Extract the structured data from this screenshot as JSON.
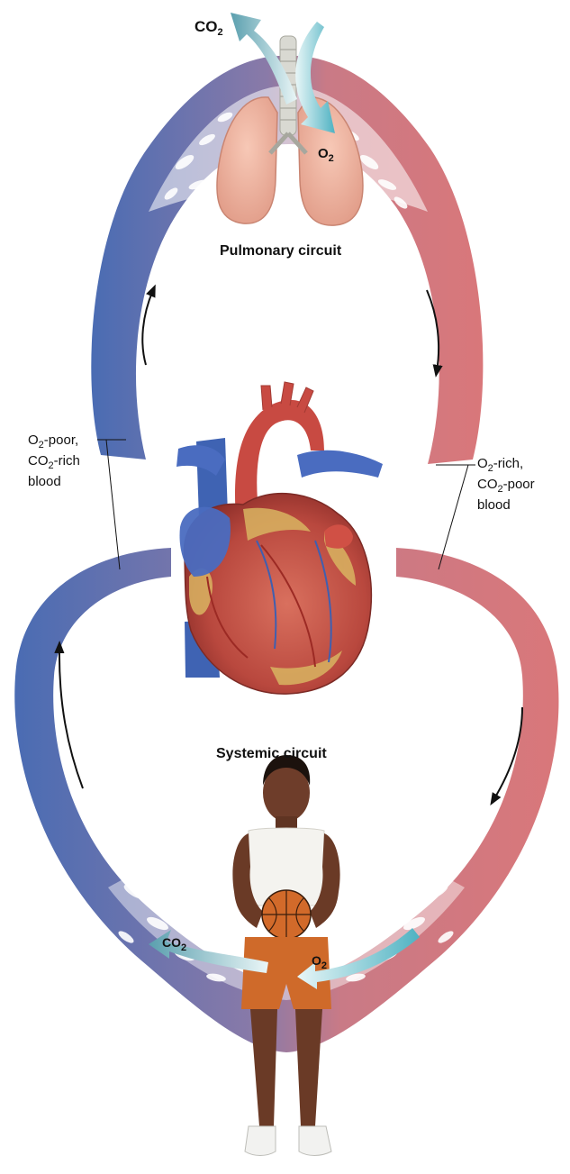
{
  "labels": {
    "co2": "CO",
    "o2": "O",
    "sub2": "2",
    "pulmonary": "Pulmonary circuit",
    "systemic": "Systemic circuit"
  },
  "left_label": {
    "line1_pre": "O",
    "line1_sub": "2",
    "line1_post": "-poor,",
    "line2_pre": "CO",
    "line2_sub": "2",
    "line2_post": "-rich",
    "line3": "blood"
  },
  "right_label": {
    "line1_pre": "O",
    "line1_sub": "2",
    "line1_post": "-rich,",
    "line2_pre": "CO",
    "line2_sub": "2",
    "line2_post": "-poor",
    "line3": "blood"
  },
  "colors": {
    "oxygen_poor": "#4f6fb0",
    "oxygen_rich": "#d9777a",
    "heart": "#c0483f",
    "lung": "#f1b5a2",
    "arrow_teal": "#6fb9c6"
  }
}
